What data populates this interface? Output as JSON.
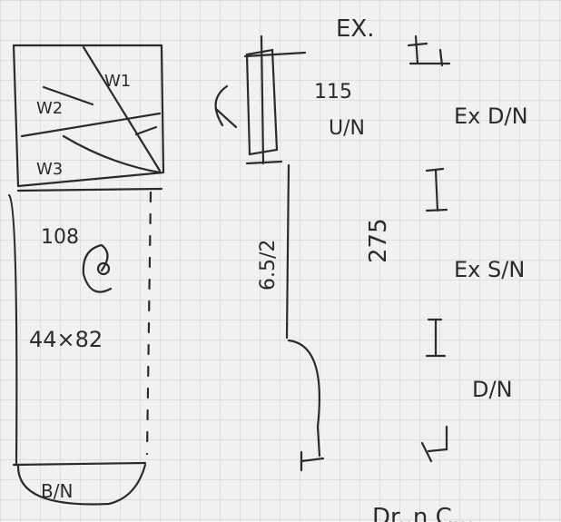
{
  "sketch": {
    "rooms": {
      "w1": "W1",
      "w2": "W2",
      "w3": "W3",
      "ref": "108",
      "size": "44×82",
      "bottom": "B/N"
    },
    "middle": {
      "top_value": "115",
      "top_unit": "U/N",
      "vertical_value": "6.5/2",
      "span_value": "275"
    },
    "right_notes": {
      "top": "EX.",
      "ex_dn": "Ex D/N",
      "ex_sn": "Ex S/N",
      "dn": "D/N",
      "bottom_partial": "Dr..n C..."
    }
  },
  "colors": {
    "paper": "#f1f1ef",
    "grid": "#c9ccd1",
    "ink": "#2b2b2b"
  }
}
